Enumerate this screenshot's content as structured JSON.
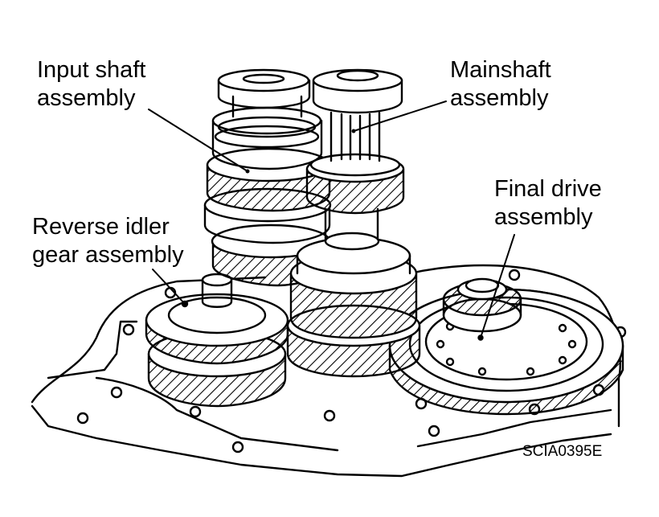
{
  "callouts": {
    "input_shaft": [
      "Input shaft",
      "assembly"
    ],
    "mainshaft": [
      "Mainshaft",
      "assembly"
    ],
    "final_drive": [
      "Final drive",
      "assembly"
    ],
    "reverse_idler": [
      "Reverse idler",
      "gear assembly"
    ]
  },
  "figure_code": "SCIA0395E",
  "colors": {
    "ink": "#000000",
    "paper": "#ffffff"
  }
}
